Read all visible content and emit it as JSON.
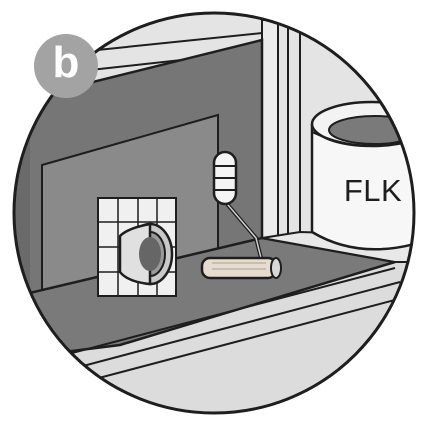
{
  "step": {
    "letter": "b"
  },
  "bucket": {
    "label": "FLK"
  },
  "colors": {
    "badge": "#a3a3a3",
    "sealant_dark": "#6f6f6f",
    "sealant_mid": "#888888",
    "wall_light": "#e4e4e4",
    "floor_light": "#dcdcdc",
    "outline": "#1e1e1e"
  },
  "icons": [
    "step-badge",
    "paint-bucket",
    "paint-roller",
    "pipe-collar",
    "wall-tiles"
  ]
}
